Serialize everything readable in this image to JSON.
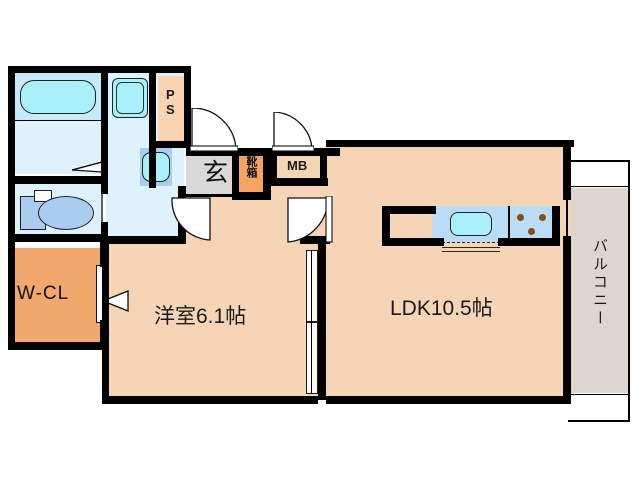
{
  "plan": {
    "type": "residential-floor-plan",
    "layout_name": "1LDK",
    "colors": {
      "room_floor": "#f5d5b5",
      "closet": "#f2a76c",
      "wet_area": "#ddf2fd",
      "bath_water": "#aaf0fb",
      "genkan_tile": "#d9d9d9",
      "pipe_shaft": "#f8d5b0",
      "shoe_cabinet": "#f4a460",
      "balcony": "#ded6ce",
      "kitchen_counter": "#b9ddf5",
      "wall": "#000000",
      "burner": "#8a4b16"
    },
    "rooms": [
      {
        "key": "ldk",
        "label": "LDK10.5帖",
        "name": "living-dining-kitchen"
      },
      {
        "key": "bedroom",
        "label": "洋室6.1帖",
        "name": "western-room"
      },
      {
        "key": "wcl",
        "label": "W-CL",
        "name": "walk-in-closet"
      },
      {
        "key": "balcony",
        "label": "バルコニー",
        "name": "balcony"
      },
      {
        "key": "genkan",
        "label": "玄",
        "name": "entrance"
      },
      {
        "key": "shoebox",
        "label": "靴箱",
        "name": "shoe-cabinet"
      },
      {
        "key": "ps",
        "label": "PS",
        "name": "pipe-shaft"
      },
      {
        "key": "mb",
        "label": "MB",
        "name": "meter-box"
      }
    ],
    "labels": {
      "ldk": "LDK10.5帖",
      "bedroom": "洋室6.1帖",
      "wcl": "W-CL",
      "balcony": "バルコニー",
      "genkan": "玄",
      "shoebox": "靴箱",
      "ps_line1": "P",
      "ps_line2": "S",
      "mb": "MB"
    },
    "fixtures": [
      {
        "name": "bathtub",
        "room": "bathroom"
      },
      {
        "name": "washing-machine-pan",
        "room": "washroom"
      },
      {
        "name": "toilet",
        "room": "toilet"
      },
      {
        "name": "wash-basin",
        "room": "hallway"
      },
      {
        "name": "kitchen-sink",
        "room": "ldk"
      },
      {
        "name": "gas-stove",
        "room": "ldk",
        "burners": 3
      }
    ]
  }
}
